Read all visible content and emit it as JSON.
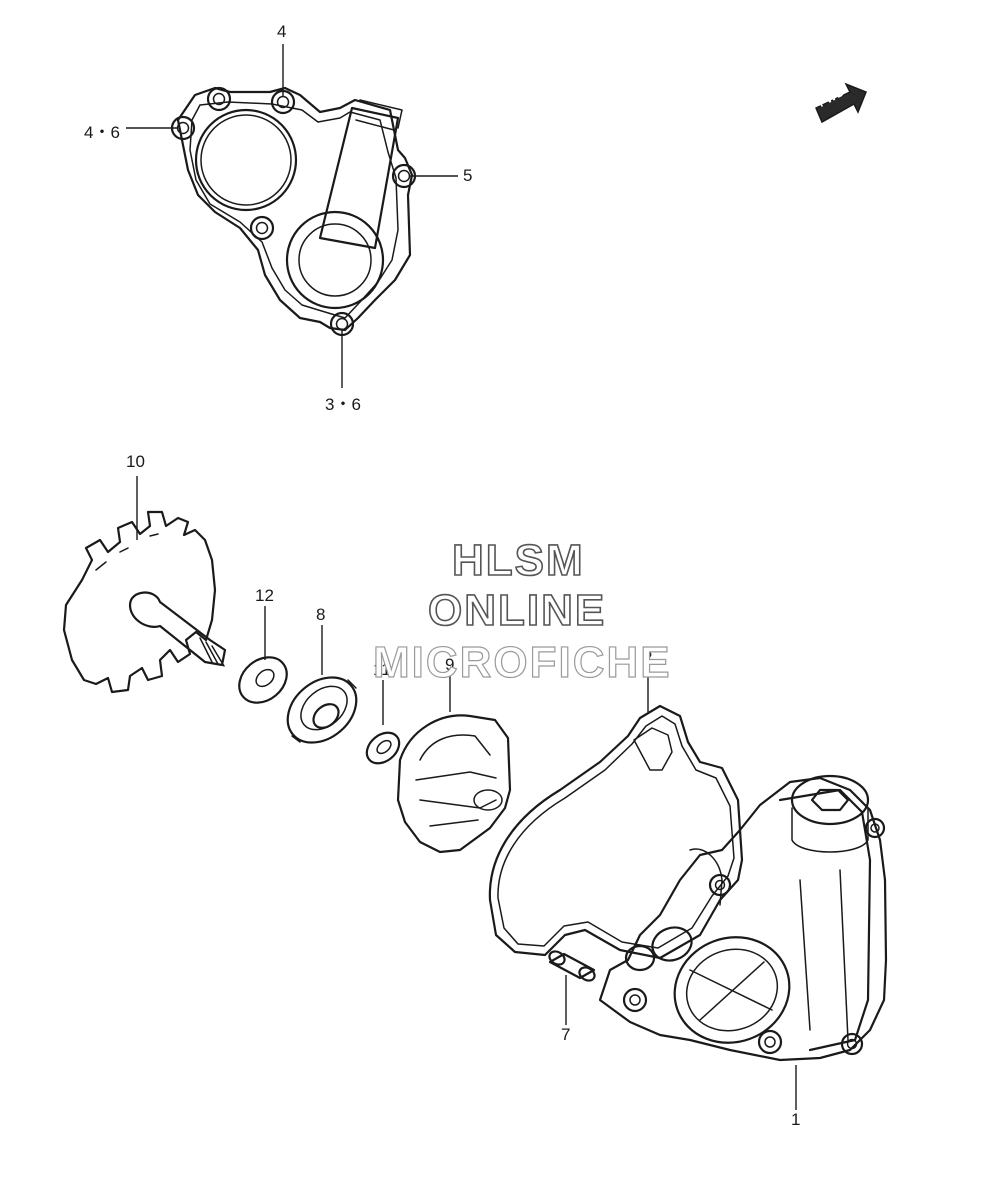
{
  "watermark": {
    "line1": "HLSM",
    "line2": "ONLINE",
    "line3": "MICROFICHE"
  },
  "direction_badge": "FWD",
  "callouts": [
    {
      "id": "4-top",
      "text": "4"
    },
    {
      "id": "4-6",
      "text": "4・6"
    },
    {
      "id": "5",
      "text": "5"
    },
    {
      "id": "3-6",
      "text": "3・6"
    },
    {
      "id": "10",
      "text": "10"
    },
    {
      "id": "12",
      "text": "12"
    },
    {
      "id": "8",
      "text": "8"
    },
    {
      "id": "11",
      "text": "11"
    },
    {
      "id": "9",
      "text": "9"
    },
    {
      "id": "2",
      "text": "2"
    },
    {
      "id": "7",
      "text": "7"
    },
    {
      "id": "1",
      "text": "1"
    }
  ]
}
